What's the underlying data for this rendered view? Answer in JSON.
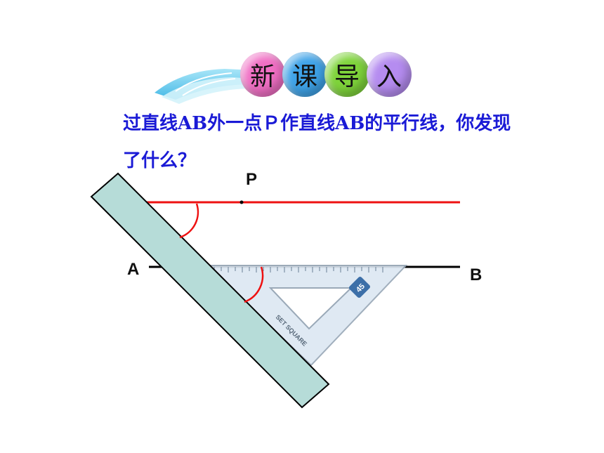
{
  "header": {
    "chars": [
      "新",
      "课",
      "导",
      "入"
    ],
    "colors": [
      "#f06fc4",
      "#3fa3e8",
      "#7fd43b",
      "#b58cf0"
    ]
  },
  "question": {
    "line1": "过直线AB外一点Ｐ作直线AB的平行线，你发现",
    "line2": "了什么？"
  },
  "labels": {
    "P": "P",
    "A": "A",
    "B": "B"
  },
  "set_square": {
    "text": "SET SQUARE",
    "angle_mark": "45"
  },
  "colors": {
    "parallel_line": "#ee1111",
    "line_ab": "#000000",
    "ruler_fill": "#b6dcd8",
    "set_square_fill": "#dde8f2"
  }
}
